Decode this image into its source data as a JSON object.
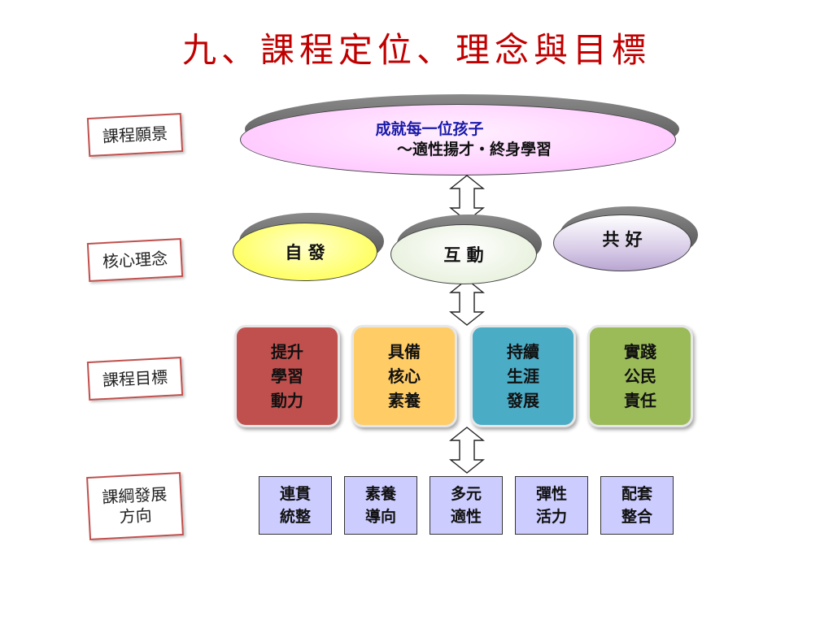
{
  "title": "九、課程定位、理念與目標",
  "labels": {
    "vision": "課程願景",
    "core": "核心理念",
    "goals": "課程目標",
    "direction": "課綱發展\n方向"
  },
  "vision": {
    "line1": "成就每一位孩子",
    "line2": "～適性揚才・終身學習"
  },
  "core": {
    "items": [
      "自 發",
      "互 動",
      "共 好"
    ]
  },
  "goals": {
    "items": [
      "提升\n學習\n動力",
      "具備\n核心\n素養",
      "持續\n生涯\n發展",
      "實踐\n公民\n責任"
    ]
  },
  "directions": {
    "items": [
      "連貫\n統整",
      "素養\n導向",
      "多元\n適性",
      "彈性\n活力",
      "配套\n整合"
    ]
  },
  "colors": {
    "title": "#c00000",
    "label_border": "#c0504d",
    "vision_fill": "#ffccff",
    "core_fill_1": "#ffff66",
    "core_fill_2": "#eaf2e0",
    "core_fill_3": "#d9cde8",
    "goal_1": "#c0504d",
    "goal_2": "#ffcc66",
    "goal_3": "#4bacc6",
    "goal_4": "#9bbb59",
    "direction_fill": "#ccccff"
  }
}
